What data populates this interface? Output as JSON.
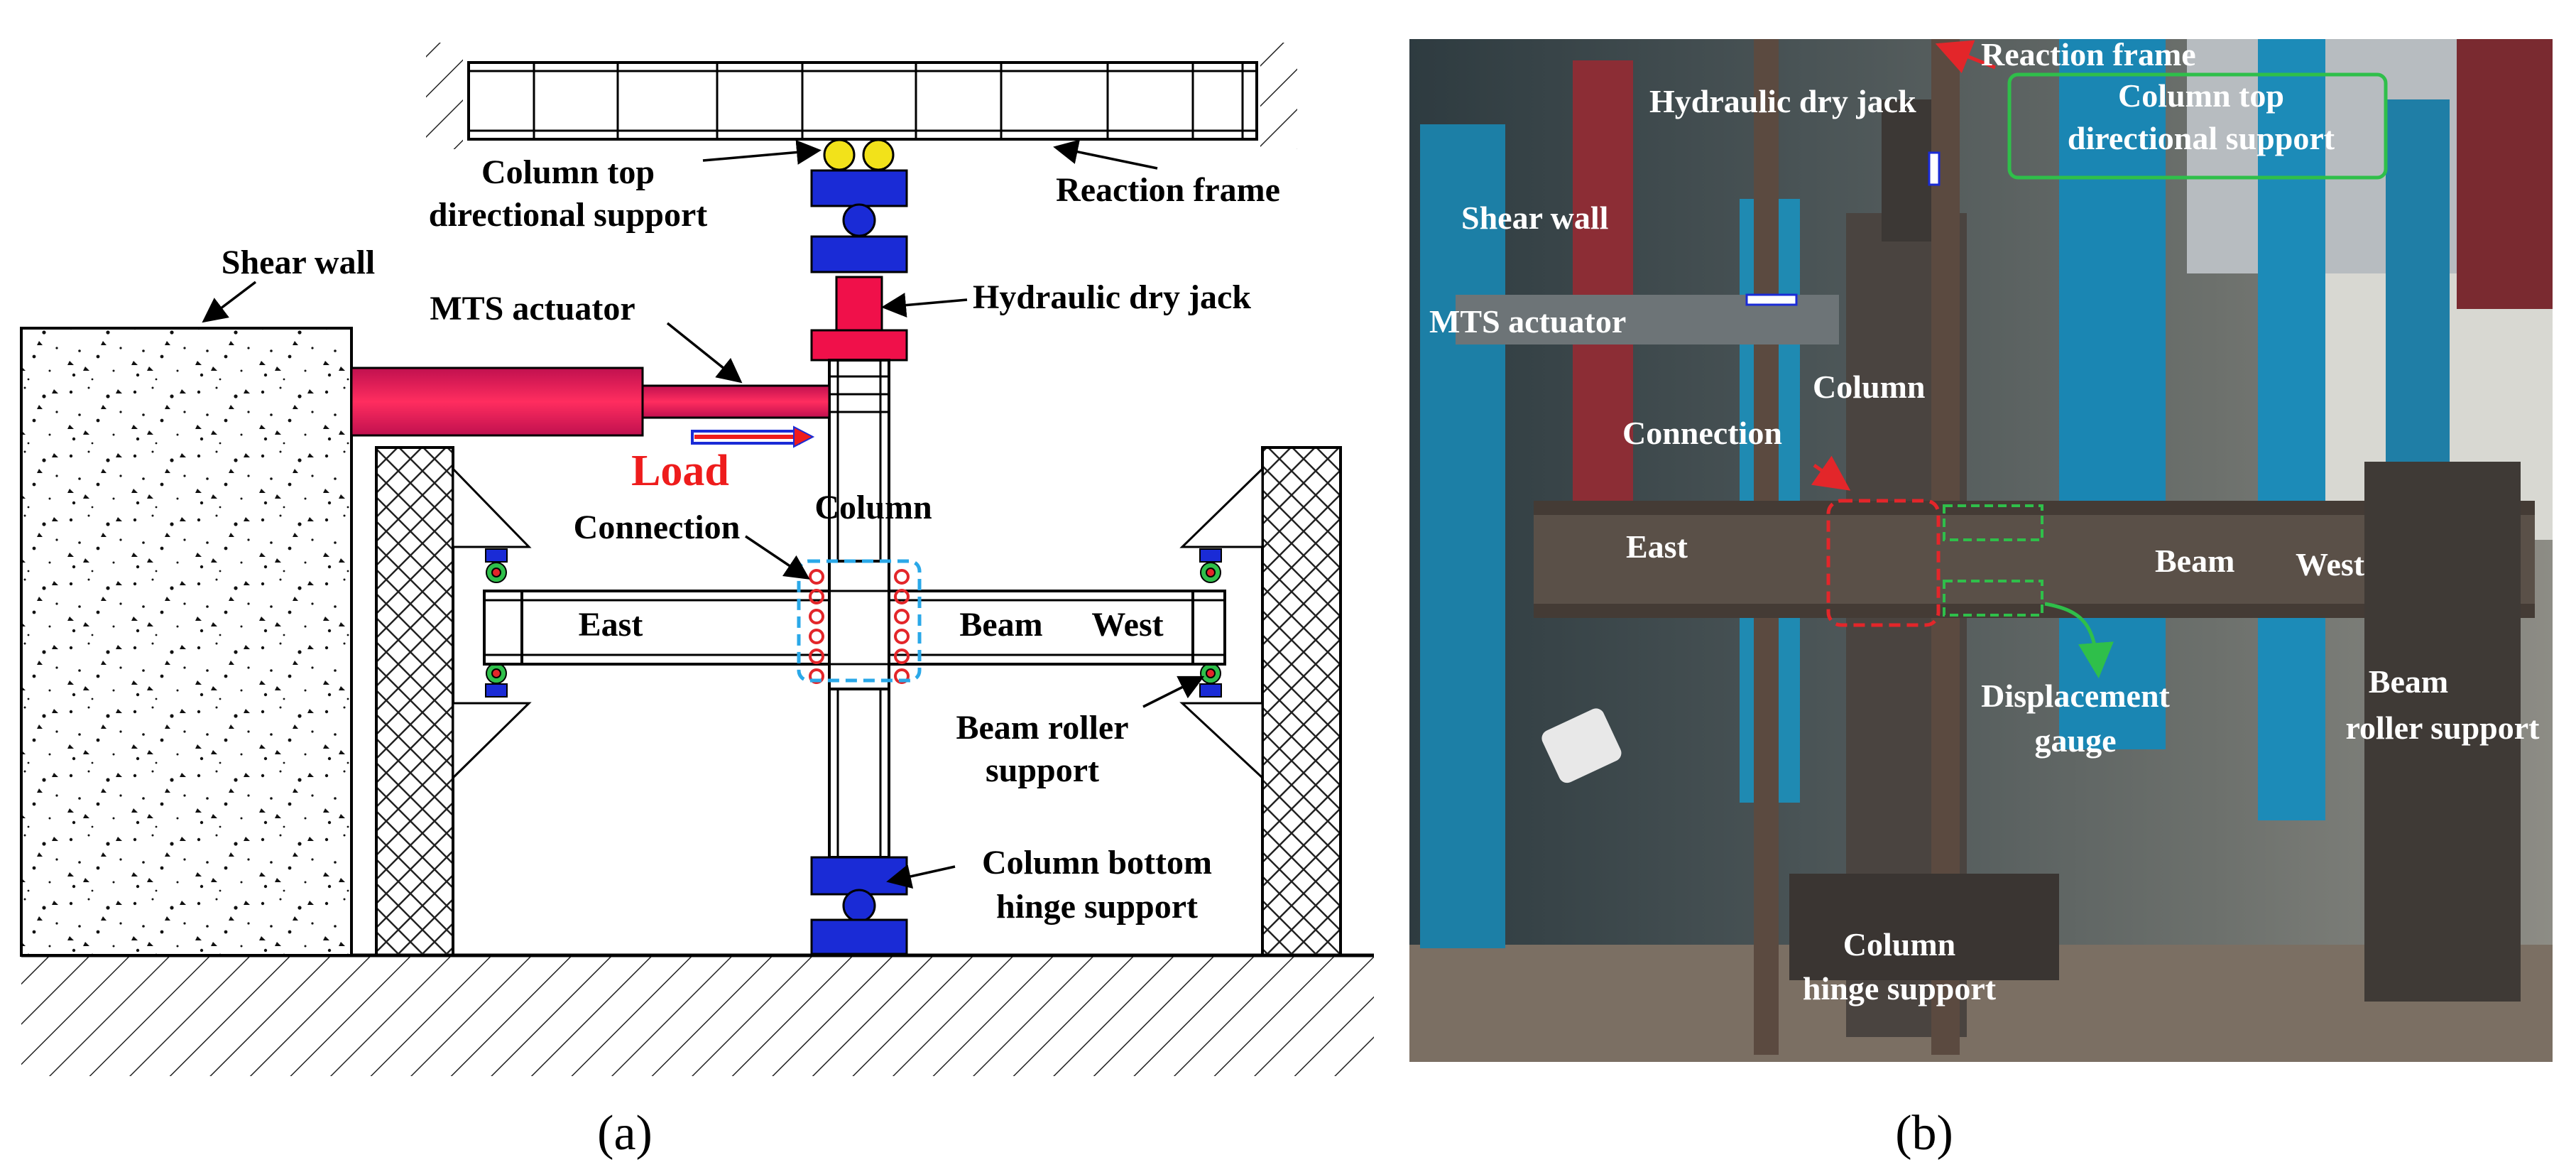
{
  "panel_a": {
    "caption": "(a)",
    "labels": {
      "column_top_support_1": "Column top",
      "column_top_support_2": "directional support",
      "reaction_frame": "Reaction frame",
      "shear_wall": "Shear wall",
      "mts_actuator": "MTS actuator",
      "hydraulic_jack": "Hydraulic dry jack",
      "load": "Load",
      "column": "Column",
      "connection": "Connection",
      "east": "East",
      "beam": "Beam",
      "west": "West",
      "beam_roller_1": "Beam roller",
      "beam_roller_2": "support",
      "column_bottom_1": "Column bottom",
      "column_bottom_2": "hinge support"
    }
  },
  "panel_b": {
    "caption": "(b)",
    "labels": {
      "reaction_frame": "Reaction frame",
      "hydraulic_jack": "Hydraulic dry jack",
      "column_top_1": "Column top",
      "column_top_2": "directional support",
      "shear_wall": "Shear wall",
      "mts_actuator": "MTS actuator",
      "column": "Column",
      "connection": "Connection",
      "east": "East",
      "beam": "Beam",
      "west": "West",
      "displacement_1": "Displacement",
      "displacement_2": "gauge",
      "beam_roller_1": "Beam",
      "beam_roller_2": "roller support",
      "column_hinge_1": "Column",
      "column_hinge_2": "hinge support"
    }
  },
  "colors": {
    "support_blue": "#1a2bd6",
    "roller_yellow": "#f2e21a",
    "jack_red": "#f0104a",
    "load_red": "#ee1c1c",
    "connection_dash": "#2aa8e8",
    "photo_red_box": "#e3262a",
    "photo_green_box": "#2fbf4a"
  }
}
